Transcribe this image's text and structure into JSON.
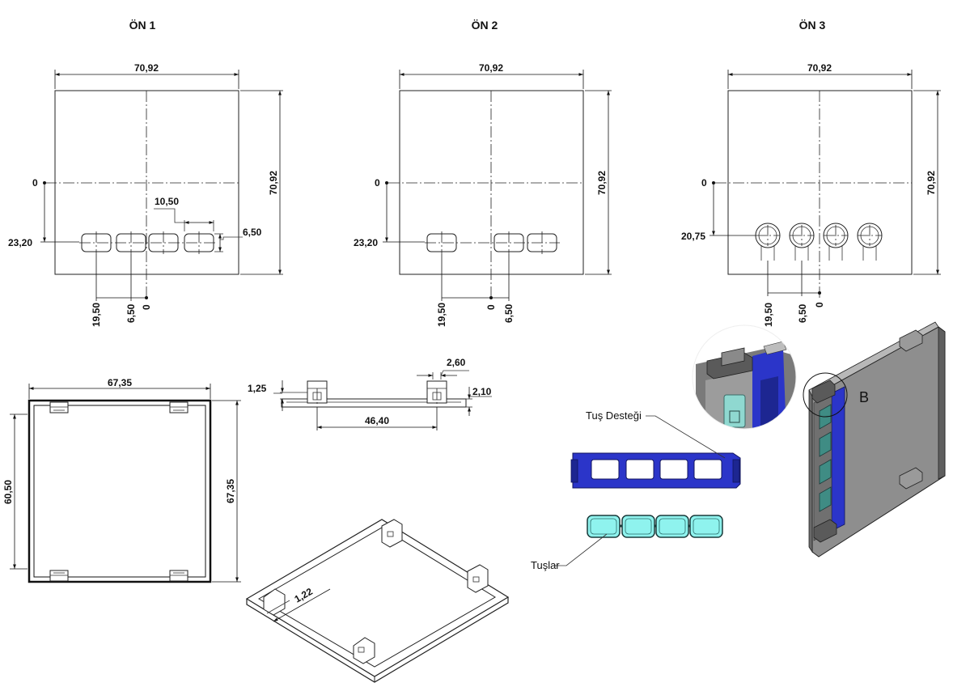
{
  "views": {
    "on1": {
      "title": "ÖN 1",
      "width": "70,92",
      "height": "70,92",
      "origin": "0",
      "row_y": "23,20",
      "key_w": "10,50",
      "key_h": "6,50",
      "x1": "19,50",
      "x2": "6,50",
      "x3": "0"
    },
    "on2": {
      "title": "ÖN 2",
      "width": "70,92",
      "height": "70,92",
      "origin": "0",
      "row_y": "23,20",
      "x1": "19,50",
      "x2": "0",
      "x3": "6,50"
    },
    "on3": {
      "title": "ÖN 3",
      "width": "70,92",
      "height": "70,92",
      "origin": "0",
      "row_y": "20,75",
      "x1": "19,50",
      "x2": "6,50",
      "x3": "0"
    }
  },
  "frame": {
    "width": "67,35",
    "height": "67,35",
    "inner_h": "60,50"
  },
  "section": {
    "d_left": "1,25",
    "d_clip": "2,60",
    "d_right": "2,10",
    "d_span": "46,40"
  },
  "iso": {
    "wall": "1,22"
  },
  "labels": {
    "key_holder": "Tuş Desteği",
    "keys": "Tuşlar",
    "detail": "B"
  },
  "colors": {
    "holder_blue": "#2b35c9",
    "key_cyan": "#8ff3ee",
    "shell_gray": "#6e6e6e"
  }
}
